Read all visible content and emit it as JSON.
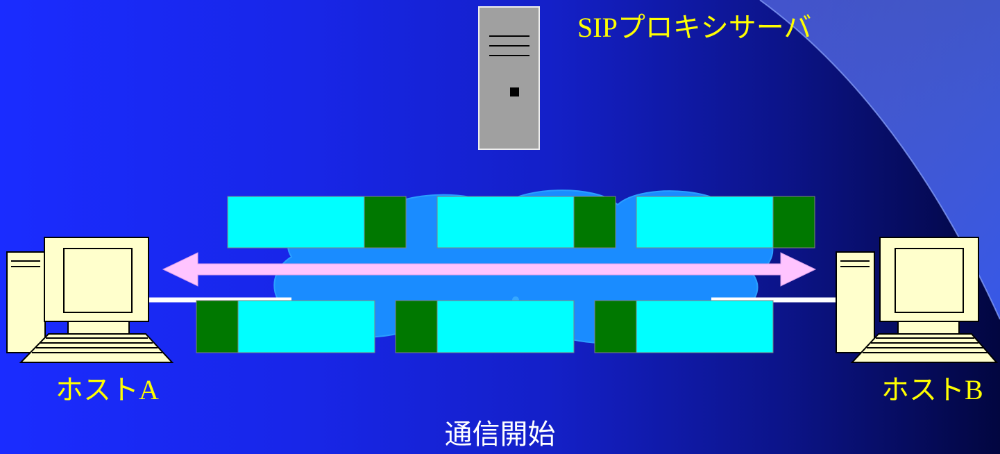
{
  "labels": {
    "server": "SIPプロキシサーバ",
    "host_a": "ホストA",
    "host_b": "ホストB",
    "caption": "通信開始"
  },
  "icons": {
    "server": "server-tower-icon",
    "host_a": "desktop-computer-icon",
    "host_b": "desktop-computer-icon",
    "network": "network-cloud-icon"
  },
  "colors": {
    "label_text": "#ffff00",
    "caption_text": "#ffffff",
    "packet_payload": "#00ffff",
    "packet_header": "#007800",
    "arrow": "#ffc4ff",
    "cloud": "#1a8cff",
    "computer_body": "#ffffcc",
    "server_body": "#a0a0a0"
  },
  "packets": {
    "to_host_b": 3,
    "to_host_a": 3
  }
}
